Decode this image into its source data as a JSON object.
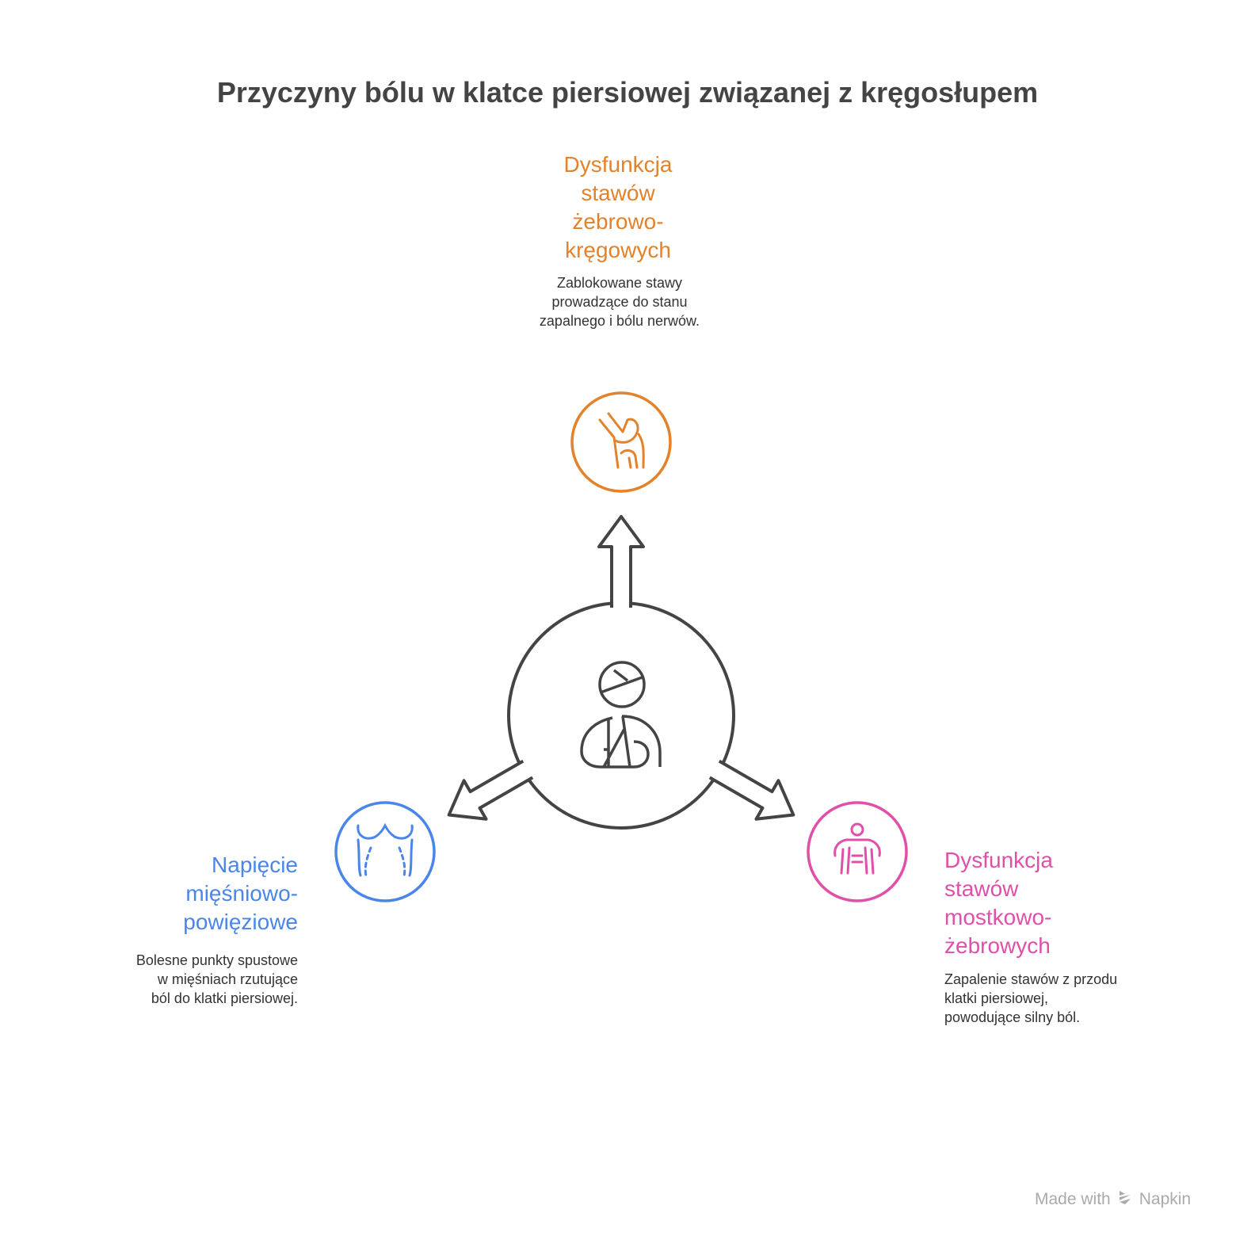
{
  "title": "Przyczyny bólu w klatce piersiowej związanej z kręgosłupem",
  "center": {
    "icon": "person-with-arm-sling-icon"
  },
  "items": [
    {
      "heading": "Dysfunkcja stawów żebrowo-kręgowych",
      "description": "Zablokowane stawy prowadzące do stanu zapalnego i bólu nerwów.",
      "icon": "joint-icon",
      "color": "#E3822A"
    },
    {
      "heading": "Napięcie mięśniowo-powięziowe",
      "description": "Bolesne punkty spustowe w mięśniach rzutujące ból do klatki piersiowej.",
      "icon": "chest-muscles-icon",
      "color": "#4A86E8"
    },
    {
      "heading": "Dysfunkcja stawów mostkowo-żebrowych",
      "description": "Zapalenie stawów z przodu klatki piersiowej, powodujące silny ból.",
      "icon": "ribcage-person-icon",
      "color": "#E04FA8"
    }
  ],
  "footer": {
    "made_with": "Made with",
    "brand": "Napkin"
  }
}
